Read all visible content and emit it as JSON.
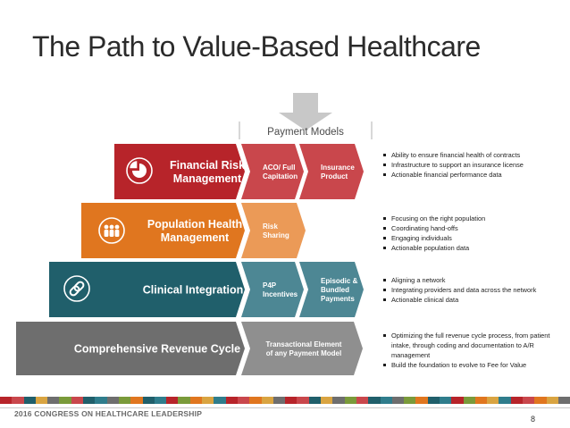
{
  "title": "The Path to Value-Based Healthcare",
  "payment_models_label": "Payment Models",
  "tiers": [
    {
      "label_lines": [
        "Financial Risk",
        "Management"
      ],
      "icon": "pie-chart-icon",
      "color": "#b7242a",
      "models": [
        {
          "lines": [
            "ACO/ Full",
            "Capitation"
          ],
          "color": "#c9474c"
        },
        {
          "lines": [
            "Insurance",
            "Product"
          ],
          "color": "#c9474c"
        }
      ],
      "bullets": [
        "Ability to ensure financial health of contracts",
        "Infrastructure to support an insurance license",
        "Actionable financial performance data"
      ]
    },
    {
      "label_lines": [
        "Population Health",
        "Management"
      ],
      "icon": "people-icon",
      "color": "#e0761f",
      "models": [
        {
          "lines": [
            "Risk",
            "Sharing"
          ],
          "color": "#eb9a57"
        }
      ],
      "bullets": [
        "Focusing on the right population",
        "Coordinating hand-offs",
        "Engaging individuals",
        "Actionable population data"
      ]
    },
    {
      "label_lines": [
        "Clinical Integration"
      ],
      "icon": "chain-link-icon",
      "color": "#205f6b",
      "models": [
        {
          "lines": [
            "P4P",
            "Incentives"
          ],
          "color": "#4d8794"
        },
        {
          "lines": [
            "Episodic &",
            "Bundled",
            "Payments"
          ],
          "color": "#4d8794"
        }
      ],
      "bullets": [
        "Aligning a network",
        "Integrating providers and data across the network",
        "Actionable clinical data"
      ]
    },
    {
      "label_lines": [
        "Comprehensive Revenue Cycle"
      ],
      "icon": "",
      "color": "#6e6e6e",
      "models": [
        {
          "lines": [
            "Transactional Element",
            "of any Payment Model"
          ],
          "color": "#8f8f8f"
        }
      ],
      "bullets": [
        "Optimizing the full revenue cycle process, from patient intake, through coding and documentation to A/R management",
        "Build the foundation to evolve to Fee for Value"
      ]
    }
  ],
  "footer": {
    "label": "2016 CONGRESS ON HEALTHCARE LEADERSHIP",
    "page_number": "8",
    "bar_colors": [
      "#b7242a",
      "#e0761f",
      "#2f7d8c",
      "#7a9a3a",
      "#205f6b",
      "#6e6e6e",
      "#c9474c",
      "#d9a441"
    ]
  }
}
